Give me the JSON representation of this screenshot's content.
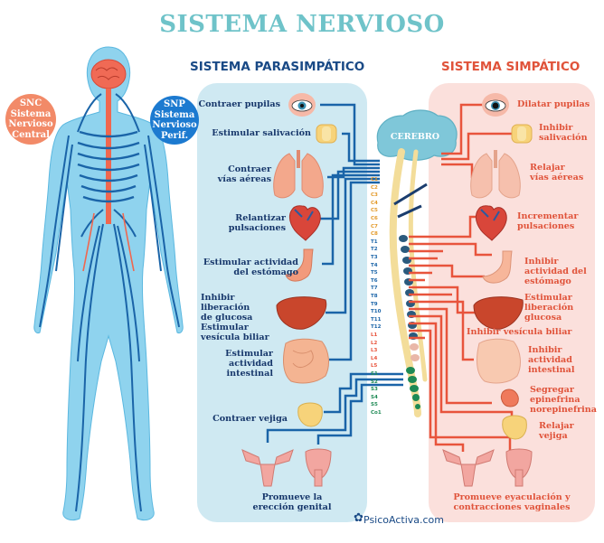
{
  "title": "SISTEMA NERVIOSO",
  "headers": {
    "para": "SISTEMA PARASIMPÁTICO",
    "simp": "SISTEMA SIMPÁTICO"
  },
  "badges": {
    "snc": [
      "SNC",
      "Sistema",
      "Nervioso",
      "Central"
    ],
    "snp": [
      "SNP",
      "Sistema",
      "Nervioso",
      "Perif."
    ]
  },
  "cerebro": "CEREBRO",
  "para_labels": [
    [
      "Contraer pupilas"
    ],
    [
      "Estimular salivación"
    ],
    [
      "Contraer",
      "vías aéreas"
    ],
    [
      "Relantizar",
      "pulsaciones"
    ],
    [
      "Estimular actividad",
      "del estómago"
    ],
    [
      "Inhibir liberación",
      "de glucosa",
      "Estimular",
      "vesícula biliar"
    ],
    [
      "Estimular",
      "actividad",
      "intestinal"
    ],
    [
      "Contraer vejiga"
    ],
    [
      "Promueve la",
      "erección genital"
    ]
  ],
  "simp_labels": [
    [
      "Dilatar pupilas"
    ],
    [
      "Inhibir",
      "salivación"
    ],
    [
      "Relajar",
      "vías aéreas"
    ],
    [
      "Incrementar",
      "pulsaciones"
    ],
    [
      "Inhibir",
      "actividad del",
      "estómago"
    ],
    [
      "Estimular",
      "liberación",
      "glucosa"
    ],
    [
      "Inhibir vesícula biliar"
    ],
    [
      "Inhibir",
      "actividad",
      "intestinal"
    ],
    [
      "Segregar",
      "epinefrina",
      "norepinefrina"
    ],
    [
      "Relajar",
      "vejiga"
    ],
    [
      "Promueve eyaculación y",
      "contracciones vaginales"
    ]
  ],
  "segments": [
    "C1",
    "C2",
    "C3",
    "C4",
    "C5",
    "C6",
    "C7",
    "C8",
    "T1",
    "T2",
    "T3",
    "T4",
    "T5",
    "T6",
    "T7",
    "T8",
    "T9",
    "T10",
    "T11",
    "T12",
    "L1",
    "L2",
    "L3",
    "L4",
    "L5",
    "S1",
    "S2",
    "S3",
    "S4",
    "S5",
    "Co1"
  ],
  "brand": "PsicoActiva.com",
  "colors": {
    "title": "#6fc3c9",
    "para_text": "#17376b",
    "simp_text": "#e0533a",
    "nerve_blue": "#1a64a8",
    "nerve_red": "#e8543c",
    "panel_para": "#cfe9f2",
    "panel_simp": "#fbe0dc"
  },
  "icons": [
    "human-body-icon",
    "eye-icon",
    "salivary-gland-icon",
    "lungs-icon",
    "heart-icon",
    "stomach-icon",
    "liver-icon",
    "intestine-icon",
    "adrenal-gland-icon",
    "bladder-icon",
    "female-reproductive-icon",
    "male-reproductive-icon",
    "brain-icon",
    "spinal-cord-icon",
    "brand-logo-icon"
  ]
}
